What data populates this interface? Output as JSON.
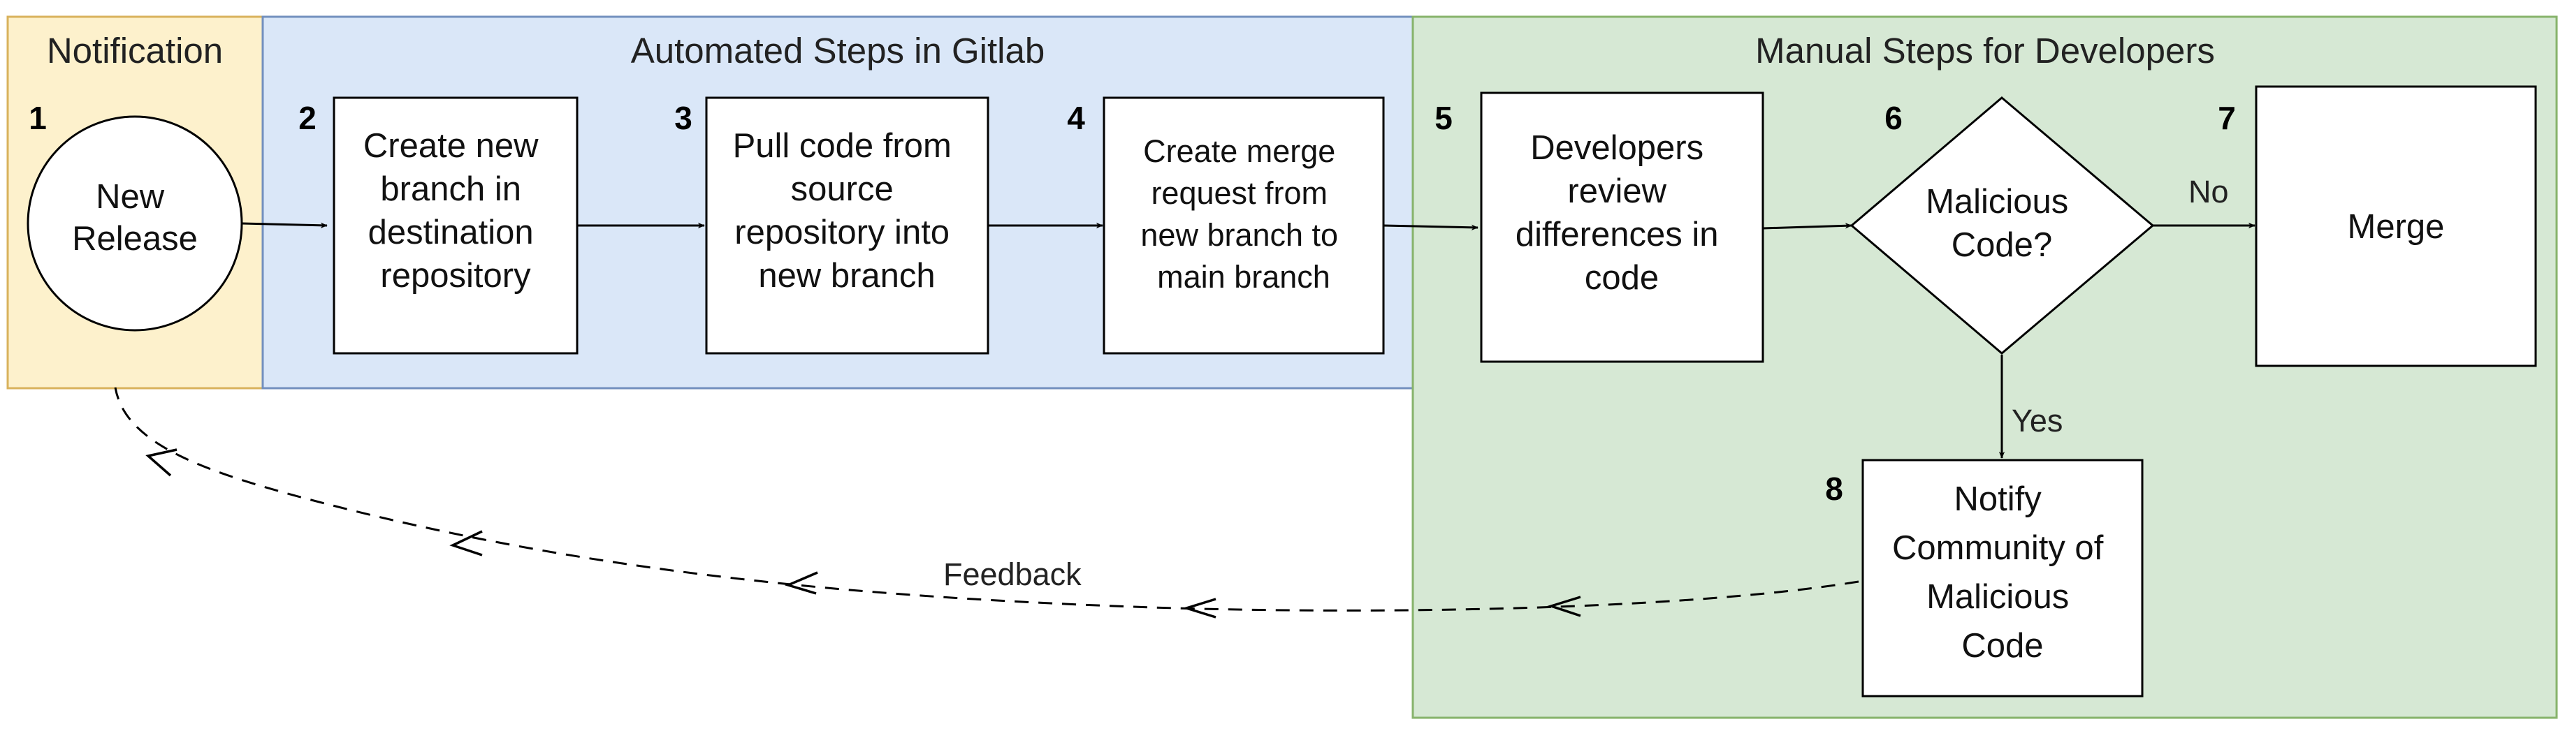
{
  "colors": {
    "notification_fill": "#fdf1cc",
    "notification_stroke": "#d9b25c",
    "automated_fill": "#dae7f8",
    "automated_stroke": "#7390be",
    "manual_fill": "#d6e8d4",
    "manual_stroke": "#87b36b",
    "node_fill": "#ffffff",
    "line": "#000000"
  },
  "lanes": {
    "notification": "Notification",
    "automated": "Automated Steps in Gitlab",
    "manual": "Manual Steps for Developers"
  },
  "nodes": [
    {
      "id": "n1",
      "number": "1",
      "shape": "circle",
      "lines": [
        "New",
        "Release"
      ]
    },
    {
      "id": "n2",
      "number": "2",
      "shape": "box",
      "lines": [
        "Create new",
        "branch in",
        "destination",
        "repository"
      ]
    },
    {
      "id": "n3",
      "number": "3",
      "shape": "box",
      "lines": [
        "Pull code from",
        "source",
        "repository into",
        "new branch"
      ]
    },
    {
      "id": "n4",
      "number": "4",
      "shape": "box",
      "lines": [
        "Create merge",
        "request from",
        "new branch to",
        "main branch"
      ]
    },
    {
      "id": "n5",
      "number": "5",
      "shape": "box",
      "lines": [
        "Developers",
        "review",
        "differences in",
        "code"
      ]
    },
    {
      "id": "n6",
      "number": "6",
      "shape": "diamond",
      "lines": [
        "Malicious",
        "Code?"
      ]
    },
    {
      "id": "n7",
      "number": "7",
      "shape": "box",
      "lines": [
        "Merge"
      ]
    },
    {
      "id": "n8",
      "number": "8",
      "shape": "box",
      "lines": [
        "Notify",
        "Community of",
        "Malicious",
        "Code"
      ]
    }
  ],
  "edges": [
    {
      "from": "n1",
      "to": "n2",
      "label": ""
    },
    {
      "from": "n2",
      "to": "n3",
      "label": ""
    },
    {
      "from": "n3",
      "to": "n4",
      "label": ""
    },
    {
      "from": "n4",
      "to": "n5",
      "label": ""
    },
    {
      "from": "n5",
      "to": "n6",
      "label": ""
    },
    {
      "from": "n6",
      "to": "n7",
      "label": "No"
    },
    {
      "from": "n6",
      "to": "n8",
      "label": "Yes"
    },
    {
      "from": "n8",
      "to": "n1",
      "label": "Feedback",
      "style": "dashed"
    }
  ]
}
